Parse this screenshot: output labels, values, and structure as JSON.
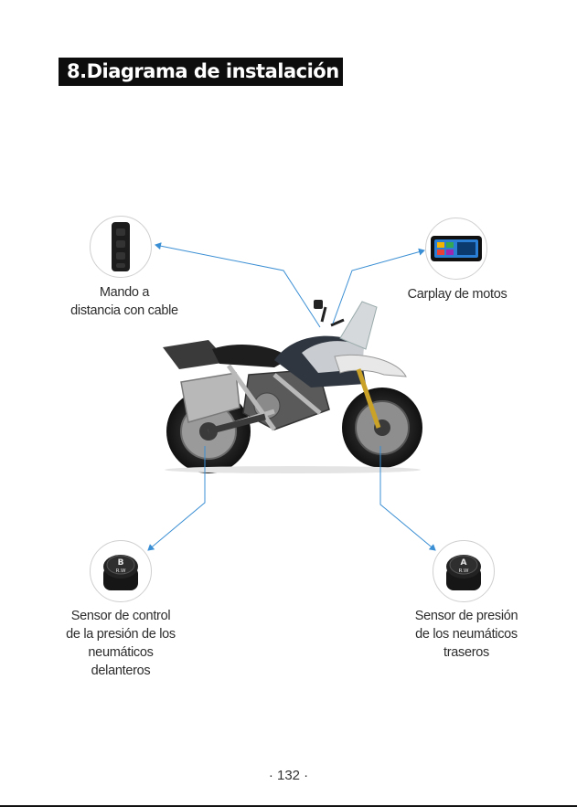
{
  "section": {
    "title": "8.Diagrama de instalación"
  },
  "components": {
    "remote": {
      "label_line1": "Mando a",
      "label_line2": "distancia con cable",
      "icon": "remote-control-icon"
    },
    "carplay": {
      "label": "Carplay de motos",
      "icon": "carplay-screen-icon"
    },
    "front_sensor": {
      "label_line1": "Sensor de control",
      "label_line2": "de la presión de los",
      "label_line3": "neumáticos",
      "label_line4": "delanteros",
      "cap_letter": "B",
      "cap_text": "R.W",
      "icon": "tire-pressure-sensor-icon"
    },
    "rear_sensor": {
      "label_line1": "Sensor de presión",
      "label_line2": "de los neumáticos",
      "label_line3": "traseros",
      "cap_letter": "A",
      "cap_text": "R.W",
      "icon": "tire-pressure-sensor-icon"
    }
  },
  "footer": {
    "page_number": "· 132 ·"
  },
  "colors": {
    "leader_line": "#3b8fd4",
    "title_bg": "#0d0d0d",
    "title_text": "#ffffff"
  }
}
